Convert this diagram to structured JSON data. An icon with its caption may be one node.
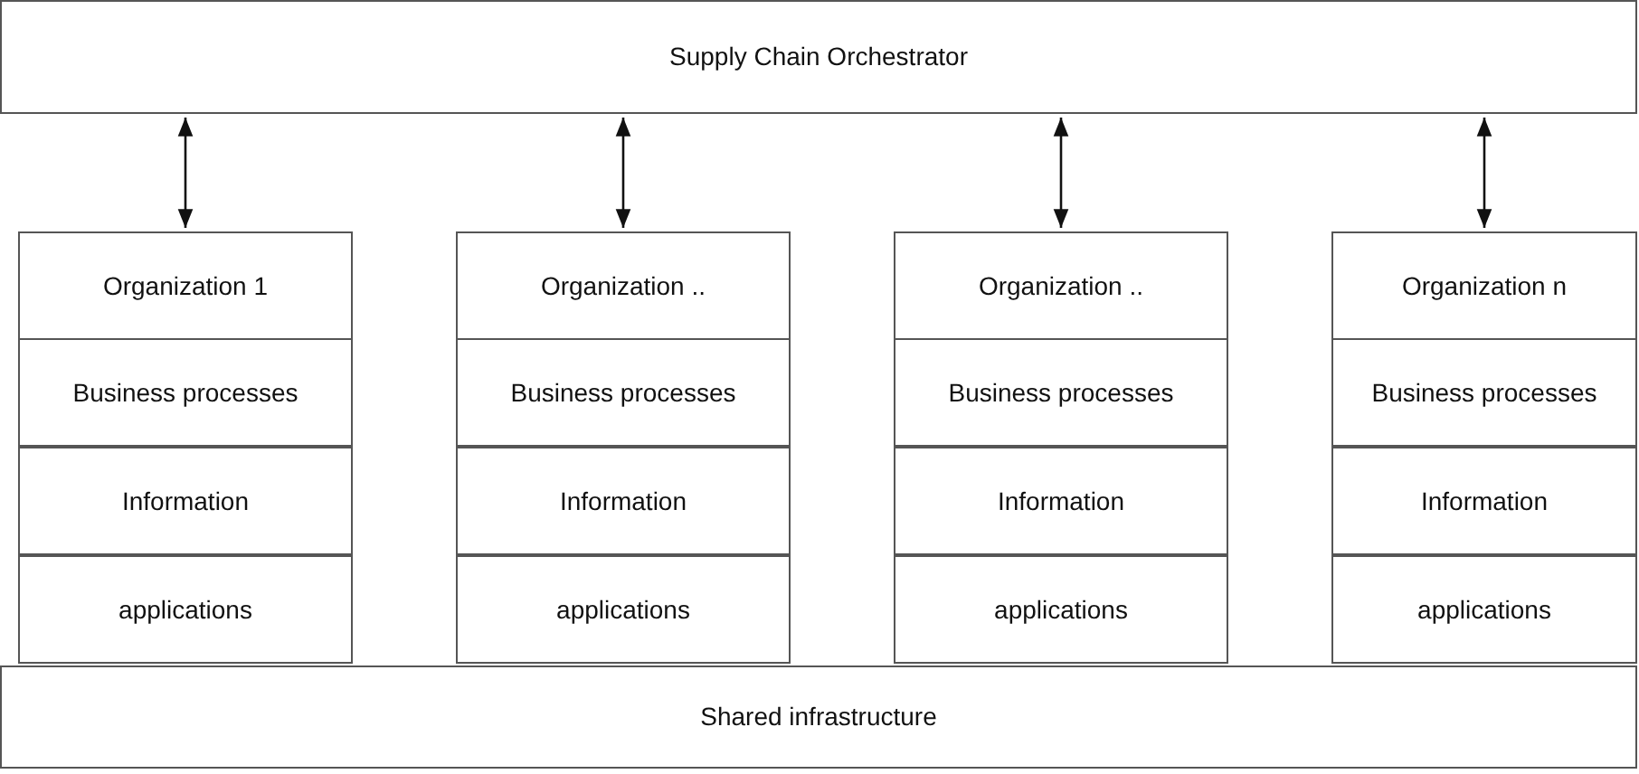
{
  "diagram": {
    "nodes": [
      {
        "text": [
          "Supply Chain Orchestrator"
        ]
      },
      {
        "text": [
          "Organization 1"
        ]
      },
      {
        "text": [
          "Business processes"
        ]
      },
      {
        "text": [
          "Information"
        ]
      },
      {
        "text": [
          "applications"
        ]
      },
      {
        "text": [
          "Organization .."
        ]
      },
      {
        "text": [
          "Business processes"
        ]
      },
      {
        "text": [
          "Information"
        ]
      },
      {
        "text": [
          "applications"
        ]
      },
      {
        "text": [
          "Organization .."
        ]
      },
      {
        "text": [
          "Business processes"
        ]
      },
      {
        "text": [
          "Information"
        ]
      },
      {
        "text": [
          "applications"
        ]
      },
      {
        "text": [
          "Organization n"
        ]
      },
      {
        "text": [
          "Business processes"
        ]
      },
      {
        "text": [
          "Information"
        ]
      },
      {
        "text": [
          "applications"
        ]
      },
      {
        "text": [
          "Shared infrastructure"
        ]
      }
    ],
    "edges": [
      {
        "from": 0,
        "to": 1,
        "arrow": "both"
      },
      {
        "from": 0,
        "to": 5,
        "arrow": "both"
      },
      {
        "from": 0,
        "to": 9,
        "arrow": "both"
      },
      {
        "from": 0,
        "to": 13,
        "arrow": "both"
      }
    ]
  }
}
